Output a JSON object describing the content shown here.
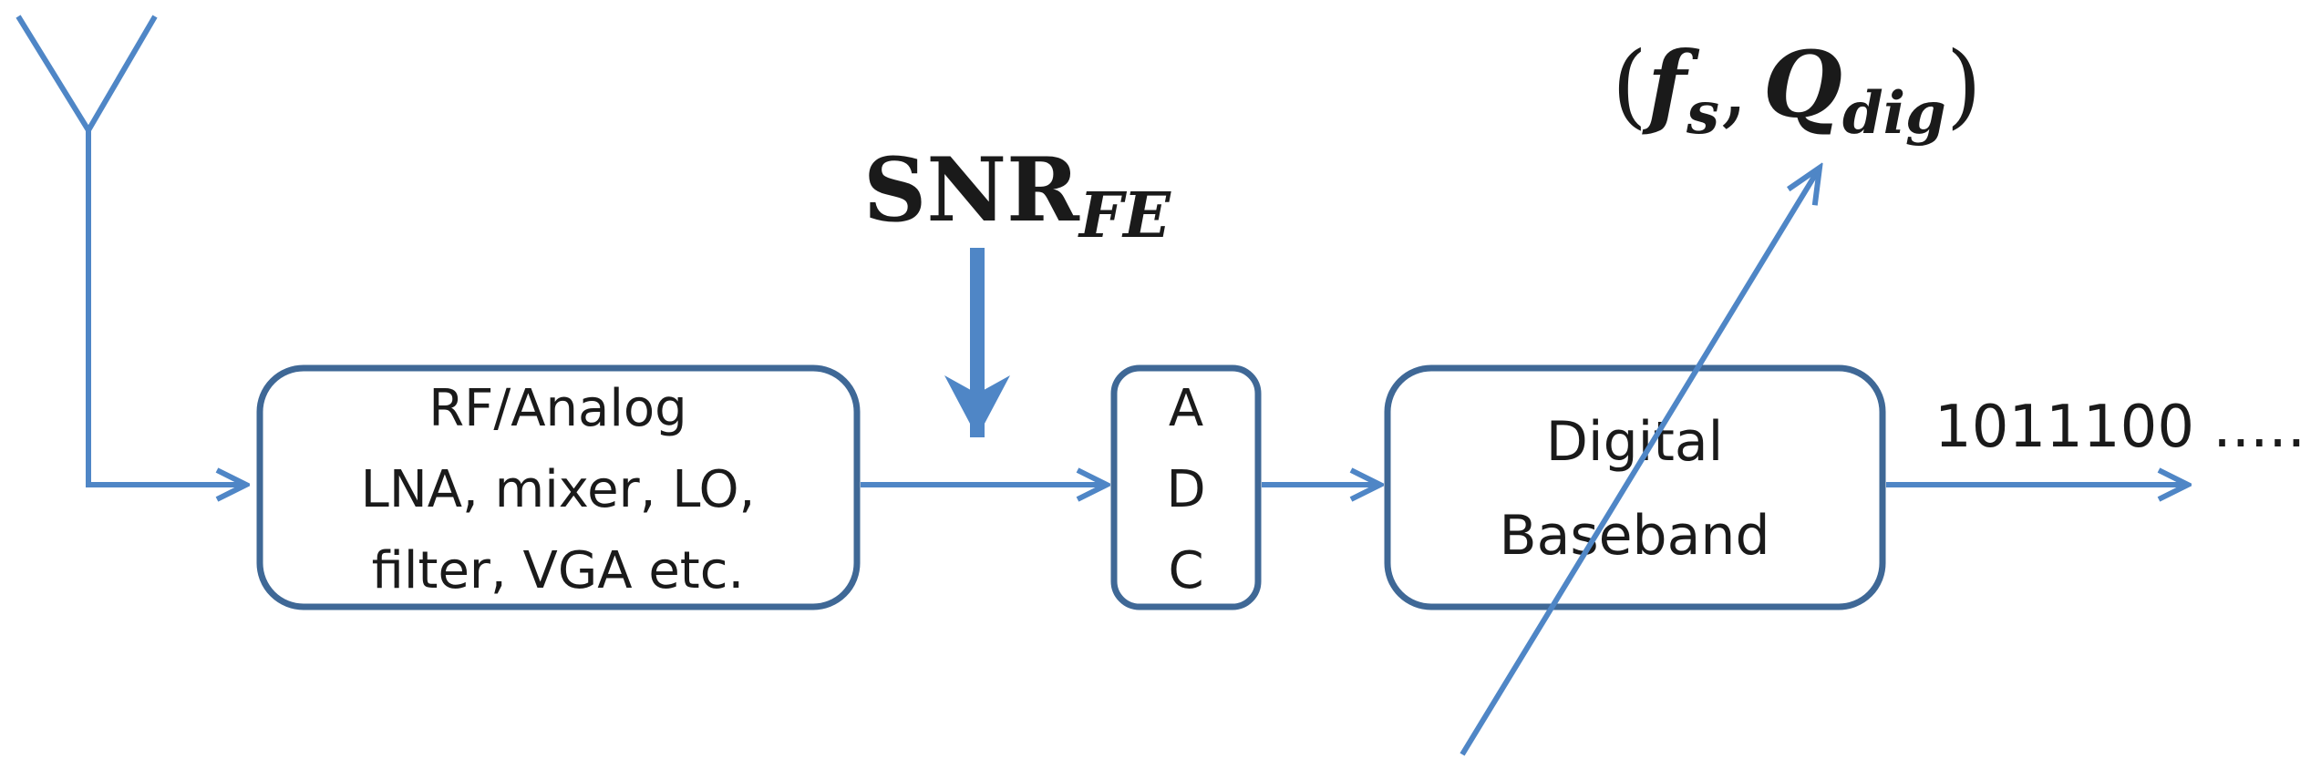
{
  "colors": {
    "line": "#4f86c6",
    "box_stroke": "#3f6896",
    "text": "#1a1a1a",
    "background": "#ffffff"
  },
  "icons": {
    "antenna": "antenna-icon"
  },
  "blocks": {
    "rf_analog": {
      "lines": [
        "RF/Analog",
        "LNA, mixer, LO,",
        "filter, VGA etc."
      ]
    },
    "adc": {
      "lines": [
        "A",
        "D",
        "C"
      ]
    },
    "digital": {
      "lines": [
        "Digital",
        "Baseband"
      ]
    }
  },
  "labels": {
    "snr_main": "SNR",
    "snr_sub": "FE",
    "fs_main": "f",
    "fs_sub": "s",
    "q_main": "Q",
    "q_sub": "dig",
    "open_paren": "(",
    "comma": ",",
    "close_paren": ")",
    "output_bits": "1011100 ....."
  }
}
